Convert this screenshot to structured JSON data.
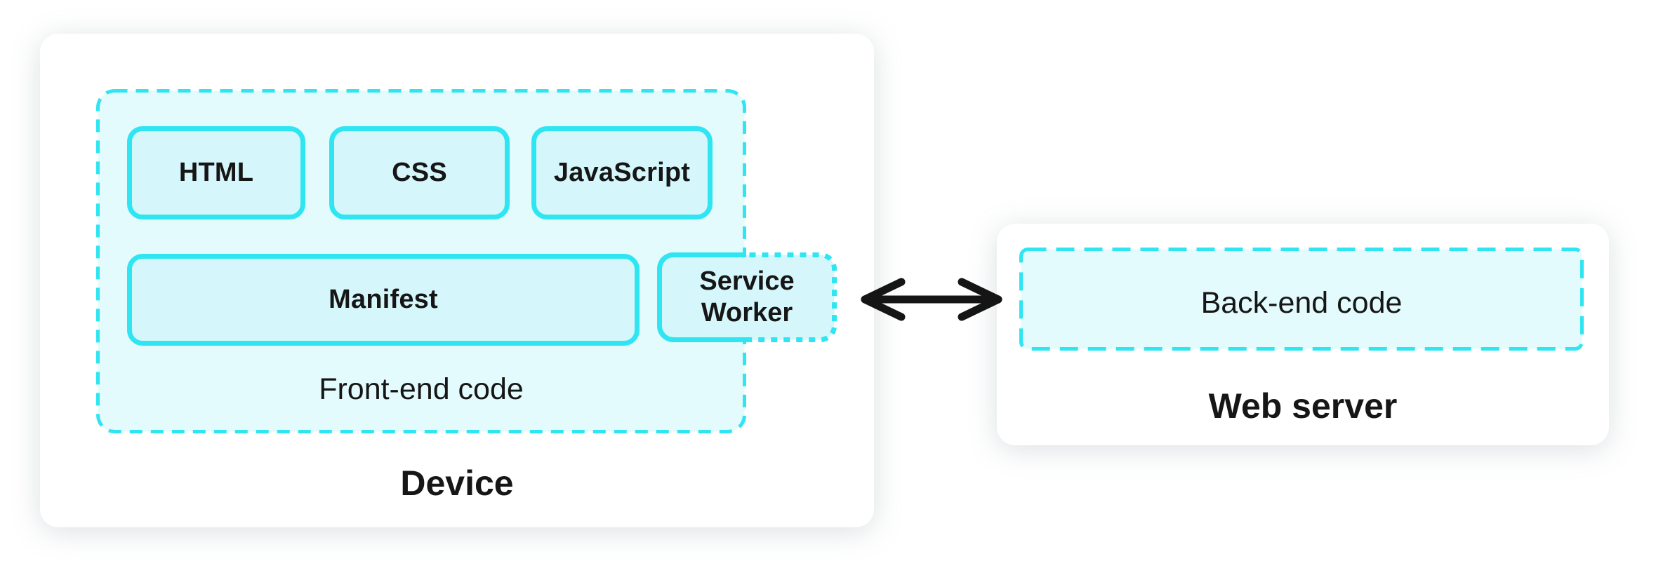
{
  "diagram": {
    "kind": "pwa-architecture",
    "device": {
      "title": "Device",
      "frontend": {
        "title": "Front-end code",
        "row1": [
          {
            "label": "HTML"
          },
          {
            "label": "CSS"
          },
          {
            "label": "JavaScript"
          }
        ],
        "manifest_label": "Manifest",
        "service_worker_label": "Service Worker"
      }
    },
    "server": {
      "title": "Web server",
      "backend_label": "Back-end code"
    },
    "connector": {
      "icon": "double-headed-arrow",
      "meaning": "two-way communication between Service Worker and Web server"
    },
    "colors": {
      "cyan_border": "#2fe5f1",
      "box_fill": "#d5f7fb",
      "container_fill": "#e3fbfd",
      "card_fill": "#ffffff",
      "arrow": "#151515",
      "text": "#161616"
    }
  }
}
